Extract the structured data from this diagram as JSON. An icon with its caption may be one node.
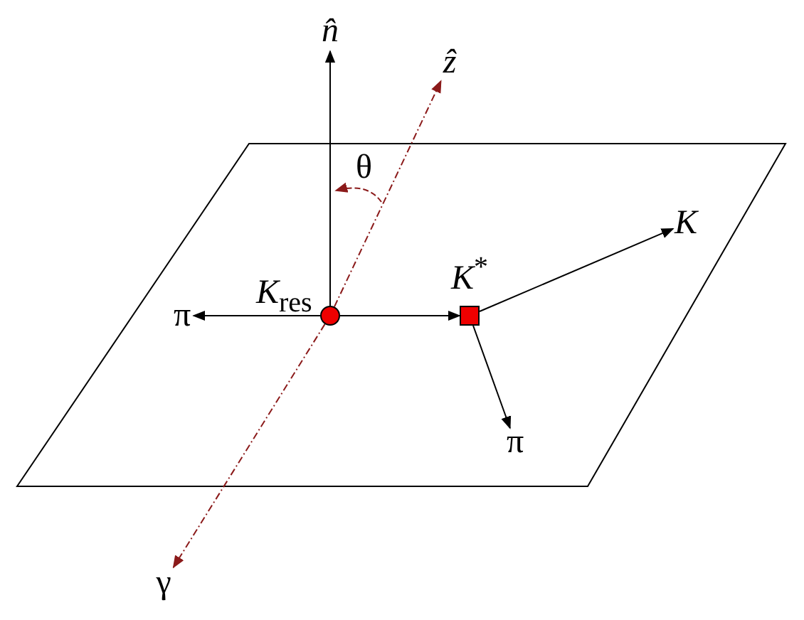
{
  "diagram": {
    "nodes": [
      {
        "text": [],
        "shape": "circle",
        "beside": [
          "*K*$_{res}$"
        ]
      },
      {
        "text": [],
        "shape": "box",
        "beside": [
          "*K*$^{*}$"
        ]
      },
      {
        "text": [
          "π"
        ]
      },
      {
        "text": [
          "K"
        ]
      },
      {
        "text": [
          "π"
        ]
      },
      {
        "text": [
          "n̂"
        ]
      },
      {
        "text": [
          "ẑ"
        ]
      },
      {
        "text": [
          "γ"
        ]
      }
    ],
    "edges": [
      {
        "from": 0,
        "to": 5,
        "arrow": "to"
      },
      {
        "from": 0,
        "to": 6,
        "arrow": "to",
        "style": "dashed",
        "color": "#8b1a1a"
      },
      {
        "from": 0,
        "to": 7,
        "arrow": "to",
        "style": "dashed",
        "color": "#8b1a1a"
      },
      {
        "from": 0,
        "to": 2,
        "arrow": "to"
      },
      {
        "from": 0,
        "to": 1,
        "arrow": "to"
      },
      {
        "from": 1,
        "to": 3,
        "arrow": "to"
      },
      {
        "from": 1,
        "to": 4,
        "arrow": "to"
      }
    ],
    "labels": [
      "θ"
    ]
  }
}
